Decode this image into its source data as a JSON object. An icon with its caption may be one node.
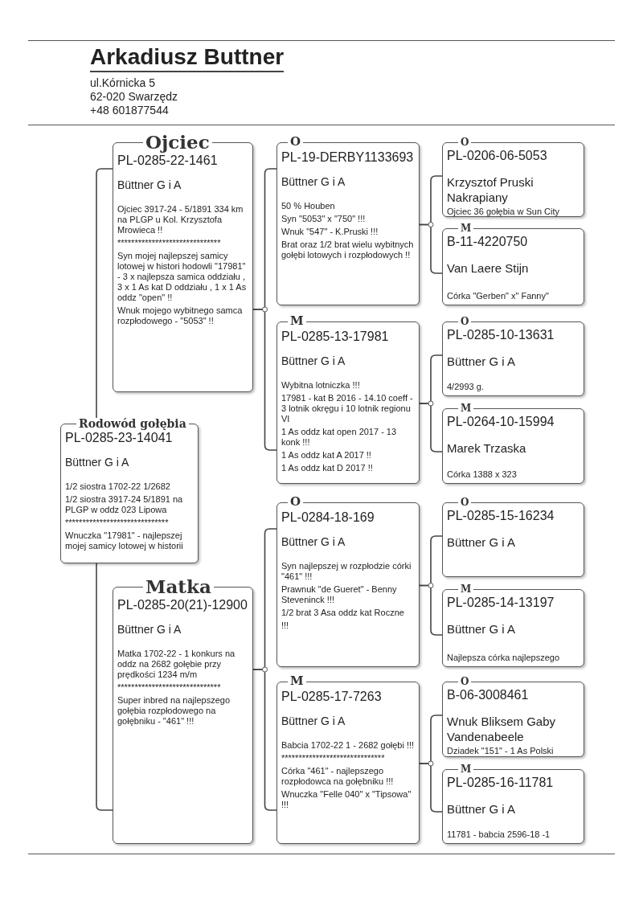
{
  "diagram": {
    "title": "Arkadiusz Buttner",
    "nodes": [
      {
        "text": [
          "Rodowód gołębia",
          "PL-0285-23-14041",
          "Büttner G i A",
          "1/2 siostra 1702-22 1/2682",
          "1/2 siostra 3917-24 5/1891 na PLGP w oddz 023 Lipowa",
          "******************************",
          "Wnuczka \"17981\" - najlepszej mojej samicy lotowej w historii"
        ]
      },
      {
        "text": [
          "Ojciec",
          "PL-0285-22-1461",
          "Büttner G i A",
          "Ojciec 3917-24 - 5/1891 334 km na PLGP u Kol. Krzysztofa Mrowieca !!",
          "******************************",
          "Syn mojej najlepszej samicy lotowej w histori hodowli \"17981\" - 3 x najlepsza samica oddziału , 3 x 1 As kat D oddziału , 1 x 1 As oddz \"open\" !!",
          "Wnuk mojego wybitnego samca rozpłodowego - \"5053\" !!"
        ]
      },
      {
        "text": [
          "Matka",
          "PL-0285-20(21)-12900",
          "Büttner G i A",
          "Matka 1702-22 - 1 konkurs na oddz na 2682 gołębie przy prędkości 1234 m/m",
          "******************************",
          "Super inbred na najlepszego gołębia rozpłodowego na gołębniku - \"461\" !!!"
        ]
      },
      {
        "text": [
          "O",
          "PL-19-DERBY1133693",
          "Büttner G i A",
          "50 % Houben",
          "Syn \"5053\" x \"750\" !!!",
          "Wnuk \"547\" - K.Pruski !!!",
          "Brat oraz 1/2 brat wielu wybitnych gołębi lotowych i rozpłodowych !!"
        ]
      },
      {
        "text": [
          "M",
          "PL-0285-13-17981",
          "Büttner G i A",
          "Wybitna lotniczka !!!",
          "17981 - kat B 2016 - 14.10 coeff - 3 lotnik okręgu i 10 lotnik regionu VI",
          "1 As oddz kat open 2017 - 13 konk !!!",
          "1 As oddz kat A 2017 !!",
          "1 As oddz kat D 2017 !!"
        ]
      },
      {
        "text": [
          "O",
          "PL-0284-18-169",
          "Büttner G i A",
          "Syn najlepszej w rozpłodzie córki \"461\" !!!",
          "Prawnuk \"de Gueret\" - Benny Steveninck !!!",
          "1/2 brat 3 Asa oddz kat Roczne",
          "!!!"
        ]
      },
      {
        "text": [
          "M",
          "PL-0285-17-7263",
          "Büttner G i A",
          "Babcia 1702-22 1 - 2682 gołębi !!!",
          "******************************",
          "Córka \"461\" - najlepszego rozpłodowca na gołębniku !!!",
          "Wnuczka \"Felle 040\" x \"Tipsowa\" !!!"
        ]
      },
      {
        "text": [
          "O",
          "PL-0206-06-5053",
          "Krzysztof Pruski Nakrapiany",
          "Ojciec 36 gołębia w Sun City"
        ]
      },
      {
        "text": [
          "M",
          "B-11-4220750",
          "Van Laere Stijn",
          "Córka \"Gerben\" x\" Fanny\""
        ]
      },
      {
        "text": [
          "O",
          "PL-0285-10-13631",
          "Büttner G i A",
          "4/2993 g."
        ]
      },
      {
        "text": [
          "M",
          "PL-0264-10-15994",
          "Marek Trzaska",
          "Córka 1388 x 323"
        ]
      },
      {
        "text": [
          "O",
          "PL-0285-15-16234",
          "Büttner G i A"
        ]
      },
      {
        "text": [
          "M",
          "PL-0285-14-13197",
          "Büttner G i A",
          "Najlepsza córka najlepszego"
        ]
      },
      {
        "text": [
          "O",
          "B-06-3008461",
          "Wnuk Bliksem Gaby Vandenabeele",
          "Dziadek \"151\" - 1 As Polski"
        ]
      },
      {
        "text": [
          "M",
          "PL-0285-16-11781",
          "Büttner G i A",
          "11781 - babcia 2596-18 -1"
        ]
      }
    ],
    "edges": [
      {
        "from": 0,
        "to": 1,
        "arrow": "none"
      },
      {
        "from": 0,
        "to": 2,
        "arrow": "none"
      },
      {
        "from": 1,
        "to": 3,
        "arrow": "none"
      },
      {
        "from": 1,
        "to": 4,
        "arrow": "none"
      },
      {
        "from": 2,
        "to": 5,
        "arrow": "none"
      },
      {
        "from": 2,
        "to": 6,
        "arrow": "none"
      },
      {
        "from": 3,
        "to": 7,
        "arrow": "none"
      },
      {
        "from": 3,
        "to": 8,
        "arrow": "none"
      },
      {
        "from": 4,
        "to": 9,
        "arrow": "none"
      },
      {
        "from": 4,
        "to": 10,
        "arrow": "none"
      },
      {
        "from": 5,
        "to": 11,
        "arrow": "none"
      },
      {
        "from": 5,
        "to": 12,
        "arrow": "none"
      },
      {
        "from": 6,
        "to": 13,
        "arrow": "none"
      },
      {
        "from": 6,
        "to": 14,
        "arrow": "none"
      }
    ],
    "labels": [
      "ul.Kórnicka 5",
      "62-020 Swarzędz",
      "+48 601877544"
    ]
  }
}
